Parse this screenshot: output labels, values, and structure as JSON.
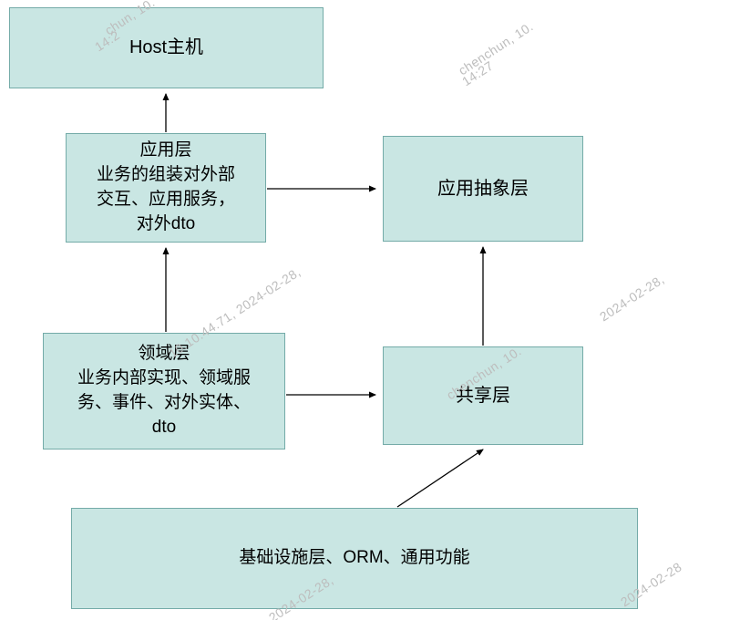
{
  "diagram": {
    "nodes": {
      "host": {
        "label": "Host主机"
      },
      "application": {
        "label": "应用层\n业务的组装对外部\n交互、应用服务，\n对外dto"
      },
      "app_abstraction": {
        "label": "应用抽象层"
      },
      "domain": {
        "label": "领域层\n业务内部实现、领域服\n务、事件、对外实体、\ndto"
      },
      "shared": {
        "label": "共享层"
      },
      "infrastructure": {
        "label": "基础设施层、ORM、通用功能"
      }
    },
    "edges": [
      {
        "from": "application",
        "to": "host"
      },
      {
        "from": "application",
        "to": "app_abstraction"
      },
      {
        "from": "domain",
        "to": "application"
      },
      {
        "from": "domain",
        "to": "shared"
      },
      {
        "from": "shared",
        "to": "app_abstraction"
      },
      {
        "from": "infrastructure",
        "to": "shared"
      }
    ],
    "colors": {
      "node_fill": "#c9e6e3",
      "node_border": "#74aba8",
      "arrow": "#000000",
      "watermark": "#bdbdbd"
    }
  },
  "watermarks": [
    {
      "text": "chun, 10."
    },
    {
      "text": "14:2"
    },
    {
      "text": "chenchun, 10."
    },
    {
      "text": "14:27"
    },
    {
      "text": "10.10.44.71, 2024-02-28,"
    },
    {
      "text": "2024-02-28,"
    },
    {
      "text": "chenchun, 10."
    },
    {
      "text": "2024-02-28,"
    },
    {
      "text": "2024-02-28"
    }
  ]
}
